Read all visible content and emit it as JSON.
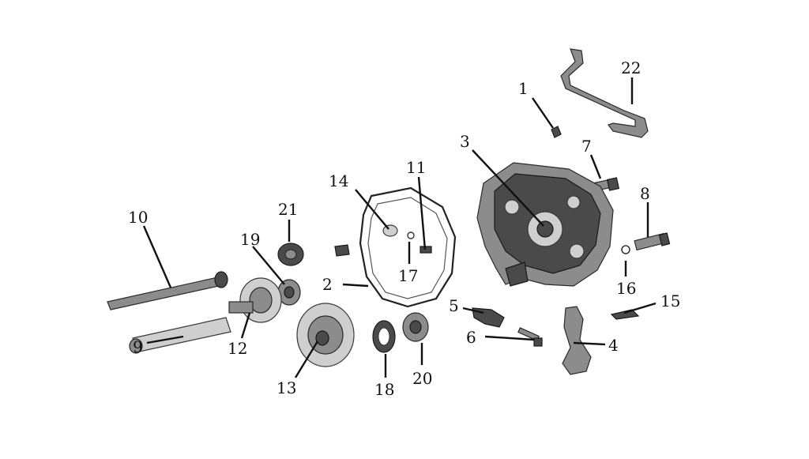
{
  "diagram": {
    "callouts": [
      {
        "id": "c1",
        "label": "1"
      },
      {
        "id": "c2",
        "label": "2"
      },
      {
        "id": "c3",
        "label": "3"
      },
      {
        "id": "c4",
        "label": "4"
      },
      {
        "id": "c5",
        "label": "5"
      },
      {
        "id": "c6",
        "label": "6"
      },
      {
        "id": "c7",
        "label": "7"
      },
      {
        "id": "c8",
        "label": "8"
      },
      {
        "id": "c9",
        "label": "9"
      },
      {
        "id": "c10",
        "label": "10"
      },
      {
        "id": "c11",
        "label": "11"
      },
      {
        "id": "c12",
        "label": "12"
      },
      {
        "id": "c13",
        "label": "13"
      },
      {
        "id": "c14",
        "label": "14"
      },
      {
        "id": "c15",
        "label": "15"
      },
      {
        "id": "c16",
        "label": "16"
      },
      {
        "id": "c17",
        "label": "17"
      },
      {
        "id": "c18",
        "label": "18"
      },
      {
        "id": "c19",
        "label": "19"
      },
      {
        "id": "c20",
        "label": "20"
      },
      {
        "id": "c21",
        "label": "21"
      },
      {
        "id": "c22",
        "label": "22"
      }
    ],
    "colors": {
      "background": "#ffffff",
      "lines": "#111111",
      "metal_dark": "#4a4a4a",
      "metal_mid": "#8c8c8c",
      "metal_light": "#cfcfcf"
    }
  }
}
